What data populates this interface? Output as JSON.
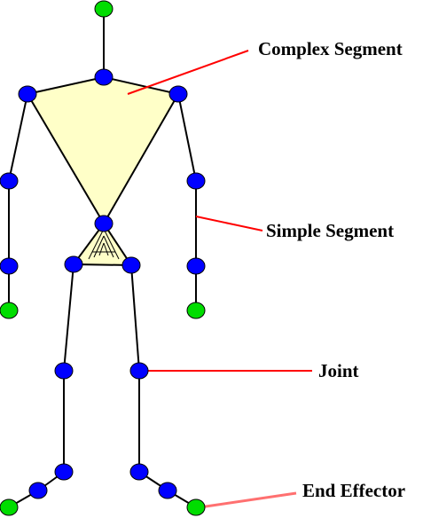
{
  "labels": {
    "complex_segment": "Complex Segment",
    "simple_segment": "Simple Segment",
    "joint": "Joint",
    "end_effector": "End Effector"
  },
  "colors": {
    "joint": "#0000ff",
    "end_effector": "#00dd00",
    "segment_fill": "#ffffc8",
    "bone": "#000000",
    "leader": "#ff0000",
    "leader_light": "#ff7070"
  }
}
